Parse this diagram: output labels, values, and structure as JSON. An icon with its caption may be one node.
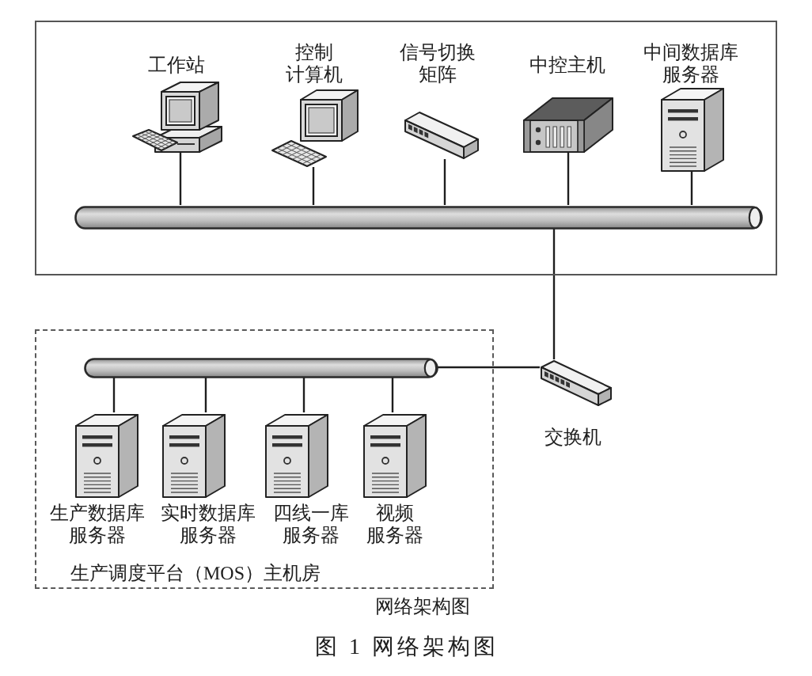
{
  "diagram": {
    "caption": "图 1 网络架构图",
    "nodes": [
      {
        "text": [],
        "shape": "box"
      },
      {
        "text": [
          "工作站"
        ],
        "in": 0
      },
      {
        "text": [
          "控制计算机"
        ],
        "in": 0
      },
      {
        "text": [
          "信号切换矩阵"
        ],
        "in": 0
      },
      {
        "text": [
          "中控主机"
        ],
        "in": 0
      },
      {
        "text": [
          "中间数据库服务器"
        ],
        "in": 0
      },
      {
        "text": [],
        "shape": "cylinder",
        "in": 0
      },
      {
        "text": [
          "交换机"
        ]
      },
      {
        "text": [
          "生产调度平台（MOS）主机房"
        ]
      },
      {
        "text": [],
        "shape": "cylinder",
        "in": 8
      },
      {
        "text": [
          "生产数据库服务器"
        ],
        "in": 8
      },
      {
        "text": [
          "实时数据库服务器"
        ],
        "in": 8
      },
      {
        "text": [
          "四线一库服务器"
        ],
        "in": 8
      },
      {
        "text": [
          "视频服务器"
        ],
        "in": 8
      }
    ],
    "edges": [
      {
        "from": 1,
        "to": 6,
        "arrow": "none"
      },
      {
        "from": 2,
        "to": 6,
        "arrow": "none"
      },
      {
        "from": 3,
        "to": 6,
        "arrow": "none"
      },
      {
        "from": 4,
        "to": 6,
        "arrow": "none"
      },
      {
        "from": 5,
        "to": 6,
        "arrow": "none"
      },
      {
        "from": 6,
        "to": 7,
        "arrow": "none"
      },
      {
        "from": 7,
        "to": 9,
        "arrow": "none"
      },
      {
        "from": 9,
        "to": 10,
        "arrow": "none"
      },
      {
        "from": 9,
        "to": 11,
        "arrow": "none"
      },
      {
        "from": 9,
        "to": 12,
        "arrow": "none"
      },
      {
        "from": 9,
        "to": 13,
        "arrow": "none"
      }
    ],
    "labels": [
      "网络架构图"
    ]
  }
}
